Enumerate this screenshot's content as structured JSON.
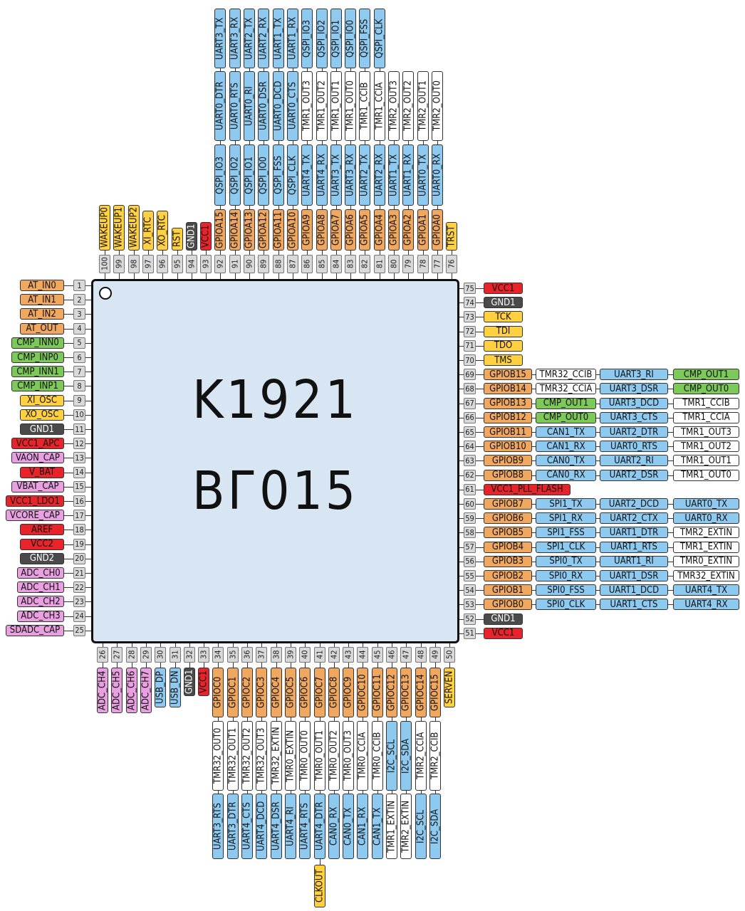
{
  "chip": {
    "line1": "K1921",
    "line2": "ВГ015"
  },
  "colors": {
    "orange": "#f0a860",
    "green": "#7cc858",
    "yellow": "#ffd040",
    "red": "#e8242a",
    "dark": "#4a4a4a",
    "pink": "#e8a0e0",
    "blue": "#8ecaf0",
    "white": "#ffffff",
    "pin": "#d9d9d9"
  },
  "left_pins": [
    {
      "num": "1",
      "labels": [
        [
          "AT_IN0",
          "orange"
        ]
      ]
    },
    {
      "num": "2",
      "labels": [
        [
          "AT_IN1",
          "orange"
        ]
      ]
    },
    {
      "num": "3",
      "labels": [
        [
          "AT_IN2",
          "orange"
        ]
      ]
    },
    {
      "num": "4",
      "labels": [
        [
          "AT_OUT",
          "orange"
        ]
      ]
    },
    {
      "num": "5",
      "labels": [
        [
          "CMP_INN0",
          "green"
        ]
      ]
    },
    {
      "num": "6",
      "labels": [
        [
          "CMP_INP0",
          "green"
        ]
      ]
    },
    {
      "num": "7",
      "labels": [
        [
          "CMP_INN1",
          "green"
        ]
      ]
    },
    {
      "num": "8",
      "labels": [
        [
          "CMP_INP1",
          "green"
        ]
      ]
    },
    {
      "num": "9",
      "labels": [
        [
          "XI_OSC",
          "yellow"
        ]
      ]
    },
    {
      "num": "10",
      "labels": [
        [
          "XO_OSC",
          "yellow"
        ]
      ]
    },
    {
      "num": "11",
      "labels": [
        [
          "GND1",
          "dark"
        ]
      ]
    },
    {
      "num": "12",
      "labels": [
        [
          "VCC1_APC",
          "red"
        ]
      ]
    },
    {
      "num": "13",
      "labels": [
        [
          "VAON_CAP",
          "pink"
        ]
      ]
    },
    {
      "num": "14",
      "labels": [
        [
          "V_BAT",
          "red"
        ]
      ]
    },
    {
      "num": "15",
      "labels": [
        [
          "VBAT_CAP",
          "pink"
        ]
      ]
    },
    {
      "num": "16",
      "labels": [
        [
          "VCC1_LDO1",
          "red"
        ]
      ]
    },
    {
      "num": "17",
      "labels": [
        [
          "VCORE_CAP",
          "pink"
        ]
      ]
    },
    {
      "num": "18",
      "labels": [
        [
          "AREF",
          "red"
        ]
      ]
    },
    {
      "num": "19",
      "labels": [
        [
          "VCC2",
          "red"
        ]
      ]
    },
    {
      "num": "20",
      "labels": [
        [
          "GND2",
          "dark"
        ]
      ]
    },
    {
      "num": "21",
      "labels": [
        [
          "ADC_CH0",
          "pink"
        ]
      ]
    },
    {
      "num": "22",
      "labels": [
        [
          "ADC_CH1",
          "pink"
        ]
      ]
    },
    {
      "num": "23",
      "labels": [
        [
          "ADC_CH2",
          "pink"
        ]
      ]
    },
    {
      "num": "24",
      "labels": [
        [
          "ADC_CH3",
          "pink"
        ]
      ]
    },
    {
      "num": "25",
      "labels": [
        [
          "SDADC_CAP",
          "pink"
        ]
      ]
    }
  ],
  "right_pins": [
    {
      "num": "75",
      "labels": [
        [
          "VCC1",
          "red"
        ]
      ]
    },
    {
      "num": "74",
      "labels": [
        [
          "GND1",
          "dark"
        ]
      ]
    },
    {
      "num": "73",
      "labels": [
        [
          "TCK",
          "yellow"
        ]
      ]
    },
    {
      "num": "72",
      "labels": [
        [
          "TDI",
          "yellow"
        ]
      ]
    },
    {
      "num": "71",
      "labels": [
        [
          "TDO",
          "yellow"
        ]
      ]
    },
    {
      "num": "70",
      "labels": [
        [
          "TMS",
          "yellow"
        ]
      ]
    },
    {
      "num": "69",
      "labels": [
        [
          "GPIOB15",
          "orange"
        ],
        [
          "TMR32_CCIB",
          "white"
        ],
        [
          "UART3_RI",
          "blue"
        ],
        [
          "CMP_OUT1",
          "green"
        ]
      ]
    },
    {
      "num": "68",
      "labels": [
        [
          "GPIOB14",
          "orange"
        ],
        [
          "TMR32_CCIA",
          "white"
        ],
        [
          "UART3_DSR",
          "blue"
        ],
        [
          "CMP_OUT0",
          "green"
        ]
      ]
    },
    {
      "num": "67",
      "labels": [
        [
          "GPIOB13",
          "orange"
        ],
        [
          "CMP_OUT1",
          "green"
        ],
        [
          "UART3_DCD",
          "blue"
        ],
        [
          "TMR1_CCIB",
          "white"
        ]
      ]
    },
    {
      "num": "66",
      "labels": [
        [
          "GPIOB12",
          "orange"
        ],
        [
          "CMP_OUT0",
          "green"
        ],
        [
          "UART3_CTS",
          "blue"
        ],
        [
          "TMR1_CCIA",
          "white"
        ]
      ]
    },
    {
      "num": "65",
      "labels": [
        [
          "GPIOB11",
          "orange"
        ],
        [
          "CAN1_TX",
          "blue"
        ],
        [
          "UART2_DTR",
          "blue"
        ],
        [
          "TMR1_OUT3",
          "white"
        ]
      ]
    },
    {
      "num": "64",
      "labels": [
        [
          "GPIOB10",
          "orange"
        ],
        [
          "CAN1_RX",
          "blue"
        ],
        [
          "UART0_RTS",
          "blue"
        ],
        [
          "TMR1_OUT2",
          "white"
        ]
      ]
    },
    {
      "num": "63",
      "labels": [
        [
          "GPIOB9",
          "orange"
        ],
        [
          "CAN0_TX",
          "blue"
        ],
        [
          "UART2_RI",
          "blue"
        ],
        [
          "TMR1_OUT1",
          "white"
        ]
      ]
    },
    {
      "num": "62",
      "labels": [
        [
          "GPIOB8",
          "orange"
        ],
        [
          "CAN0_RX",
          "blue"
        ],
        [
          "UART2_DSR",
          "blue"
        ],
        [
          "TMR1_OUT0",
          "white"
        ]
      ]
    },
    {
      "num": "61",
      "labels": [
        [
          "VCC1_PLL_FLASH",
          "red"
        ]
      ]
    },
    {
      "num": "60",
      "labels": [
        [
          "GPIOB7",
          "orange"
        ],
        [
          "SPI1_TX",
          "blue"
        ],
        [
          "UART2_DCD",
          "blue"
        ],
        [
          "UART0_TX",
          "blue"
        ]
      ]
    },
    {
      "num": "59",
      "labels": [
        [
          "GPIOB6",
          "orange"
        ],
        [
          "SPI1_RX",
          "blue"
        ],
        [
          "UART2_CTX",
          "blue"
        ],
        [
          "UART0_RX",
          "blue"
        ]
      ]
    },
    {
      "num": "58",
      "labels": [
        [
          "GPIOB5",
          "orange"
        ],
        [
          "SPI1_FSS",
          "blue"
        ],
        [
          "UART1_DTR",
          "blue"
        ],
        [
          "TMR2_EXTIN",
          "white"
        ]
      ]
    },
    {
      "num": "57",
      "labels": [
        [
          "GPIOB4",
          "orange"
        ],
        [
          "SPI1_CLK",
          "blue"
        ],
        [
          "UART1_RTS",
          "blue"
        ],
        [
          "TMR1_EXTIN",
          "white"
        ]
      ]
    },
    {
      "num": "56",
      "labels": [
        [
          "GPIOB3",
          "orange"
        ],
        [
          "SPI0_TX",
          "blue"
        ],
        [
          "UART1_RI",
          "blue"
        ],
        [
          "TMR0_EXTIN",
          "white"
        ]
      ]
    },
    {
      "num": "55",
      "labels": [
        [
          "GPIOB2",
          "orange"
        ],
        [
          "SPI0_RX",
          "blue"
        ],
        [
          "UART1_DSR",
          "blue"
        ],
        [
          "TMR32_EXTIN",
          "white"
        ]
      ]
    },
    {
      "num": "54",
      "labels": [
        [
          "GPIOB1",
          "orange"
        ],
        [
          "SPI0_FSS",
          "blue"
        ],
        [
          "UART1_DCD",
          "blue"
        ],
        [
          "UART4_TX",
          "blue"
        ]
      ]
    },
    {
      "num": "53",
      "labels": [
        [
          "GPIOB0",
          "orange"
        ],
        [
          "SPI0_CLK",
          "blue"
        ],
        [
          "UART1_CTS",
          "blue"
        ],
        [
          "UART4_RX",
          "blue"
        ]
      ]
    },
    {
      "num": "52",
      "labels": [
        [
          "GND1",
          "dark"
        ]
      ]
    },
    {
      "num": "51",
      "labels": [
        [
          "VCC1",
          "red"
        ]
      ]
    }
  ],
  "top_pins": [
    {
      "num": "100",
      "labels": [
        [
          "WAKEUP0",
          "yellow"
        ]
      ]
    },
    {
      "num": "99",
      "labels": [
        [
          "WAKEUP1",
          "yellow"
        ]
      ]
    },
    {
      "num": "98",
      "labels": [
        [
          "WAKEUP2",
          "yellow"
        ]
      ]
    },
    {
      "num": "97",
      "labels": [
        [
          "XI_RTC",
          "yellow"
        ]
      ]
    },
    {
      "num": "96",
      "labels": [
        [
          "XO_RTC",
          "yellow"
        ]
      ]
    },
    {
      "num": "95",
      "labels": [
        [
          "RST",
          "yellow"
        ]
      ]
    },
    {
      "num": "94",
      "labels": [
        [
          "GND1",
          "dark"
        ]
      ]
    },
    {
      "num": "93",
      "labels": [
        [
          "VCC1",
          "red"
        ]
      ]
    },
    {
      "num": "92",
      "labels": [
        [
          "GPIOA15",
          "orange"
        ],
        [
          "QSPI_IO3",
          "blue"
        ],
        [
          "UART0_DTR",
          "blue"
        ],
        [
          "UART3_TX",
          "blue"
        ]
      ]
    },
    {
      "num": "91",
      "labels": [
        [
          "GPIOA14",
          "orange"
        ],
        [
          "QSPI_IO2",
          "blue"
        ],
        [
          "UART0_RTS",
          "blue"
        ],
        [
          "UART3_RX",
          "blue"
        ]
      ]
    },
    {
      "num": "90",
      "labels": [
        [
          "GPIOA13",
          "orange"
        ],
        [
          "QSPI_IO1",
          "blue"
        ],
        [
          "UART0_RI",
          "blue"
        ],
        [
          "UART2_TX",
          "blue"
        ]
      ]
    },
    {
      "num": "89",
      "labels": [
        [
          "GPIOA12",
          "orange"
        ],
        [
          "QSPI_IO0",
          "blue"
        ],
        [
          "UART0_DSR",
          "blue"
        ],
        [
          "UART2_RX",
          "blue"
        ]
      ]
    },
    {
      "num": "88",
      "labels": [
        [
          "GPIOA11",
          "orange"
        ],
        [
          "QSPI_FSS",
          "blue"
        ],
        [
          "UART0_DCD",
          "blue"
        ],
        [
          "UART1_TX",
          "blue"
        ]
      ]
    },
    {
      "num": "87",
      "labels": [
        [
          "GPIOA10",
          "orange"
        ],
        [
          "QSPI_CLK",
          "blue"
        ],
        [
          "UART0_CTS",
          "blue"
        ],
        [
          "UART1_RX",
          "blue"
        ]
      ]
    },
    {
      "num": "86",
      "labels": [
        [
          "GPIOA9",
          "orange"
        ],
        [
          "UART4_TX",
          "blue"
        ],
        [
          "TMR1_OUT3",
          "white"
        ],
        [
          "QSPI_IO3",
          "blue"
        ]
      ]
    },
    {
      "num": "85",
      "labels": [
        [
          "GPIOA8",
          "orange"
        ],
        [
          "UART4_RX",
          "blue"
        ],
        [
          "TMR1_OUT2",
          "white"
        ],
        [
          "QSPI_IO2",
          "blue"
        ]
      ]
    },
    {
      "num": "84",
      "labels": [
        [
          "GPIOA7",
          "orange"
        ],
        [
          "UART3_TX",
          "blue"
        ],
        [
          "TMR1_OUT1",
          "white"
        ],
        [
          "QSPI_IO1",
          "blue"
        ]
      ]
    },
    {
      "num": "83",
      "labels": [
        [
          "GPIOA6",
          "orange"
        ],
        [
          "UART3_RX",
          "blue"
        ],
        [
          "TMR1_OUT0",
          "white"
        ],
        [
          "QSPI_IO0",
          "blue"
        ]
      ]
    },
    {
      "num": "82",
      "labels": [
        [
          "GPIOA5",
          "orange"
        ],
        [
          "UART2_TX",
          "blue"
        ],
        [
          "TMR1_CCIB",
          "white"
        ],
        [
          "QSPI_FSS",
          "blue"
        ]
      ]
    },
    {
      "num": "81",
      "labels": [
        [
          "GPIOA4",
          "orange"
        ],
        [
          "UART2_RX",
          "blue"
        ],
        [
          "TMR1_CCIA",
          "white"
        ],
        [
          "QSPI_CLK",
          "blue"
        ]
      ]
    },
    {
      "num": "80",
      "labels": [
        [
          "GPIOA3",
          "orange"
        ],
        [
          "UART1_TX",
          "blue"
        ],
        [
          "TMR2_OUT3",
          "white"
        ]
      ]
    },
    {
      "num": "79",
      "labels": [
        [
          "GPIOA2",
          "orange"
        ],
        [
          "UART1_RX",
          "blue"
        ],
        [
          "TMR2_OUT2",
          "white"
        ]
      ]
    },
    {
      "num": "78",
      "labels": [
        [
          "GPIOA1",
          "orange"
        ],
        [
          "UART0_TX",
          "blue"
        ],
        [
          "TMR2_OUT1",
          "white"
        ]
      ]
    },
    {
      "num": "77",
      "labels": [
        [
          "GPIOA0",
          "orange"
        ],
        [
          "UART0_RX",
          "blue"
        ],
        [
          "TMR2_OUT0",
          "white"
        ]
      ]
    },
    {
      "num": "76",
      "labels": [
        [
          "TRST",
          "yellow"
        ]
      ]
    }
  ],
  "bottom_pins": [
    {
      "num": "26",
      "labels": [
        [
          "ADC_CH4",
          "pink"
        ]
      ]
    },
    {
      "num": "27",
      "labels": [
        [
          "ADC_CH5",
          "pink"
        ]
      ]
    },
    {
      "num": "28",
      "labels": [
        [
          "ADC_CH6",
          "pink"
        ]
      ]
    },
    {
      "num": "29",
      "labels": [
        [
          "ADC_CH7",
          "pink"
        ]
      ]
    },
    {
      "num": "30",
      "labels": [
        [
          "USB_DP",
          "blue"
        ]
      ]
    },
    {
      "num": "31",
      "labels": [
        [
          "USB_DN",
          "blue"
        ]
      ]
    },
    {
      "num": "32",
      "labels": [
        [
          "GND1",
          "dark"
        ]
      ]
    },
    {
      "num": "33",
      "labels": [
        [
          "VCC1",
          "red"
        ]
      ]
    },
    {
      "num": "34",
      "labels": [
        [
          "GPIOC0",
          "orange"
        ],
        [
          "TMR32_OUT0",
          "white"
        ],
        [
          "UART3_RTS",
          "blue"
        ]
      ]
    },
    {
      "num": "35",
      "labels": [
        [
          "GPIOC1",
          "orange"
        ],
        [
          "TMR32_OUT1",
          "white"
        ],
        [
          "UART3_DTR",
          "blue"
        ]
      ]
    },
    {
      "num": "36",
      "labels": [
        [
          "GPIOC2",
          "orange"
        ],
        [
          "TMR32_OUT2",
          "white"
        ],
        [
          "UART4_CTS",
          "blue"
        ]
      ]
    },
    {
      "num": "37",
      "labels": [
        [
          "GPIOC3",
          "orange"
        ],
        [
          "TMR32_OUT3",
          "white"
        ],
        [
          "UART4_DCD",
          "blue"
        ]
      ]
    },
    {
      "num": "38",
      "labels": [
        [
          "GPIOC4",
          "orange"
        ],
        [
          "TMR32_EXTIN",
          "white"
        ],
        [
          "UART4_DSR",
          "blue"
        ]
      ]
    },
    {
      "num": "39",
      "labels": [
        [
          "GPIOC5",
          "orange"
        ],
        [
          "TMR0_EXTIN",
          "white"
        ],
        [
          "UART4_RI",
          "blue"
        ]
      ]
    },
    {
      "num": "40",
      "labels": [
        [
          "GPIOC6",
          "orange"
        ],
        [
          "TMR0_OUT0",
          "white"
        ],
        [
          "UART4_RTS",
          "blue"
        ]
      ]
    },
    {
      "num": "41",
      "labels": [
        [
          "GPIOC7",
          "orange"
        ],
        [
          "TMR0_OUT1",
          "white"
        ],
        [
          "UART4_DTR",
          "blue"
        ],
        [
          "CLKOUT",
          "yellow"
        ]
      ]
    },
    {
      "num": "42",
      "labels": [
        [
          "GPIOC8",
          "orange"
        ],
        [
          "TMR0_OUT2",
          "white"
        ],
        [
          "CAN0_RX",
          "blue"
        ]
      ]
    },
    {
      "num": "43",
      "labels": [
        [
          "GPIOC9",
          "orange"
        ],
        [
          "TMR0_OUT3",
          "white"
        ],
        [
          "CAN0_TX",
          "blue"
        ]
      ]
    },
    {
      "num": "44",
      "labels": [
        [
          "GPIOC10",
          "orange"
        ],
        [
          "TMR0_CCIA",
          "white"
        ],
        [
          "CAN1_RX",
          "blue"
        ]
      ]
    },
    {
      "num": "45",
      "labels": [
        [
          "GPIOC11",
          "orange"
        ],
        [
          "TMR0_CCIB",
          "white"
        ],
        [
          "CAN1_TX",
          "blue"
        ]
      ]
    },
    {
      "num": "46",
      "labels": [
        [
          "GPIOC12",
          "orange"
        ],
        [
          "I2C_SCL",
          "blue"
        ],
        [
          "TMR1_EXTIN",
          "white"
        ]
      ]
    },
    {
      "num": "47",
      "labels": [
        [
          "GPIOC13",
          "orange"
        ],
        [
          "I2C_SDA",
          "blue"
        ],
        [
          "TMR2_EXTIN",
          "white"
        ]
      ]
    },
    {
      "num": "48",
      "labels": [
        [
          "GPIOC14",
          "orange"
        ],
        [
          "TMR2_CCIA",
          "white"
        ],
        [
          "I2C_SCL",
          "blue"
        ]
      ]
    },
    {
      "num": "49",
      "labels": [
        [
          "GPIOC15",
          "orange"
        ],
        [
          "TMR2_CCIB",
          "white"
        ],
        [
          "I2C_SDA",
          "blue"
        ]
      ]
    },
    {
      "num": "50",
      "labels": [
        [
          "SERVEN",
          "yellow"
        ]
      ]
    }
  ]
}
